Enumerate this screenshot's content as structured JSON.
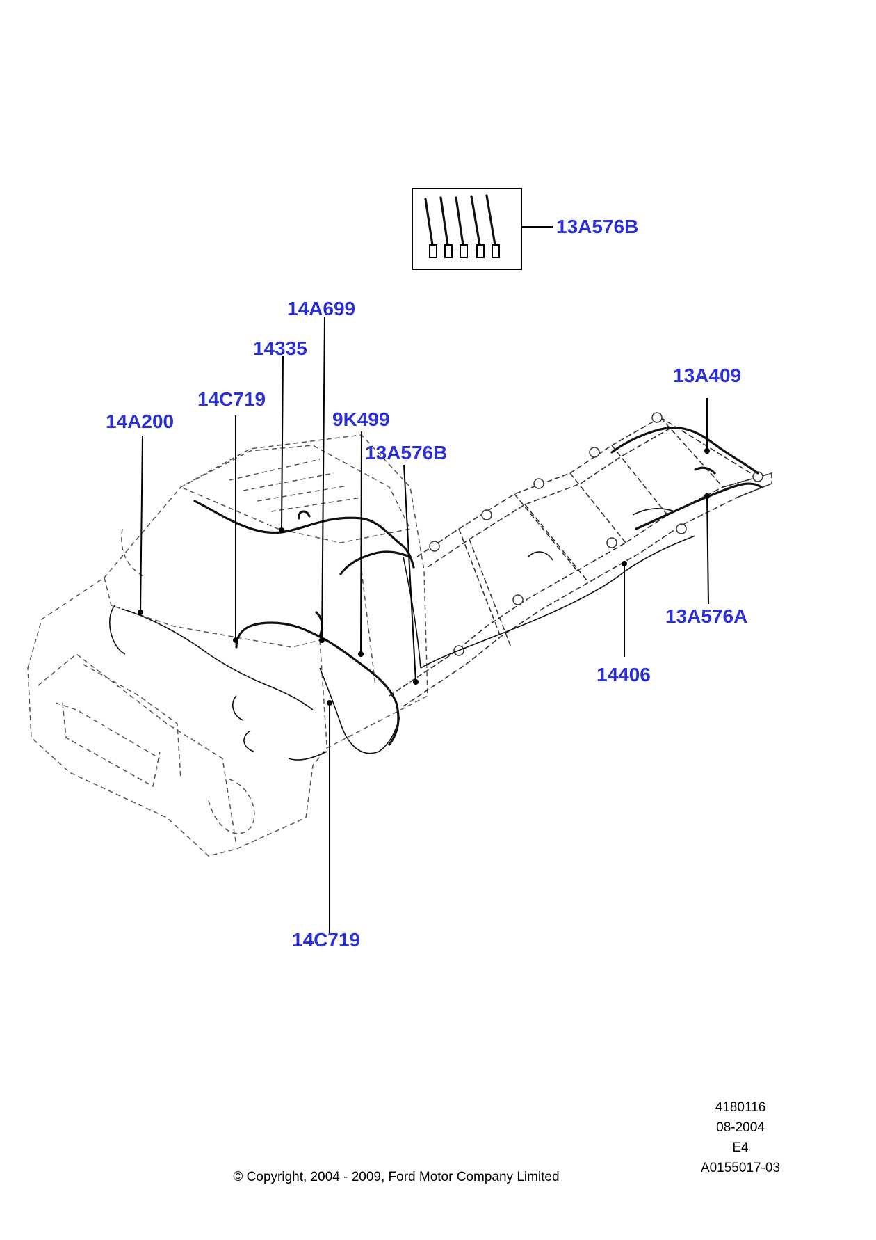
{
  "callouts": {
    "c_13A576B_inset": "13A576B",
    "c_14A699": "14A699",
    "c_14335": "14335",
    "c_14C719_top": "14C719",
    "c_14A200": "14A200",
    "c_9K499": "9K499",
    "c_13A576B": "13A576B",
    "c_13A409": "13A409",
    "c_13A576A": "13A576A",
    "c_14406": "14406",
    "c_14C719_bottom": "14C719"
  },
  "reference": {
    "illustration_number": "4180116",
    "date": "08-2004",
    "code": "E4",
    "part_ref": "A0155017-03"
  },
  "copyright": "© Copyright, 2004 - 2009, Ford Motor Company Limited",
  "colors": {
    "callout_text": "#2a2fd6",
    "line_art": "#000000",
    "background": "#ffffff"
  }
}
